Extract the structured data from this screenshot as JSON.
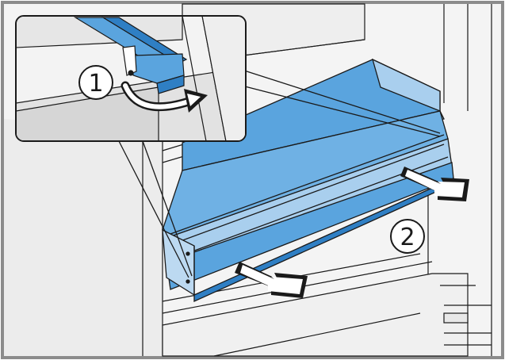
{
  "steps": [
    {
      "number": "1",
      "action": "release-latch"
    },
    {
      "number": "2",
      "action": "pull-drawer-out"
    }
  ],
  "colors": {
    "drawer": "#5aa4de",
    "drawer_dark": "#2f7fc4",
    "drawer_light": "#a9cfee",
    "line": "#1a1a1a",
    "frame": "#8c8c8c",
    "interior": "#f2f2f2"
  },
  "icons": [
    "curved-arrow-icon",
    "pull-arrow-icon"
  ]
}
